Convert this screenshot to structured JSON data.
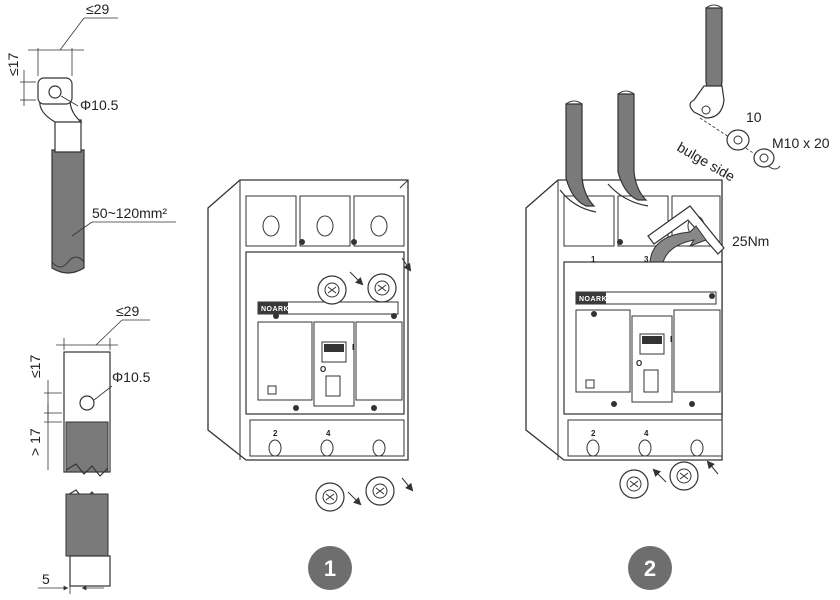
{
  "lug_diagram": {
    "width_label": "≤29",
    "height_label": "≤17",
    "hole_label": "Φ10.5",
    "cable_label": "50~120mm²"
  },
  "busbar_diagram": {
    "width_label": "≤29",
    "height_label": "≤17",
    "hole_label": "Φ10.5",
    "end_label": "> 17",
    "thickness_label": "5"
  },
  "breaker": {
    "brand": "NOARK",
    "top_terminals": [
      "1",
      "3"
    ],
    "bottom_terminals": [
      "2",
      "4"
    ],
    "side_marks": [
      "I",
      "O"
    ]
  },
  "step2_callouts": {
    "washer_size": "10",
    "bolt_size": "M10 x 20",
    "bulge_label": "bulge side",
    "torque": "25Nm"
  },
  "steps": [
    "1",
    "2"
  ],
  "colors": {
    "line": "#333333",
    "cable": "#7a7a7a",
    "step_badge": "#6e6e6e",
    "brand_bar": "#3a3a3a"
  }
}
